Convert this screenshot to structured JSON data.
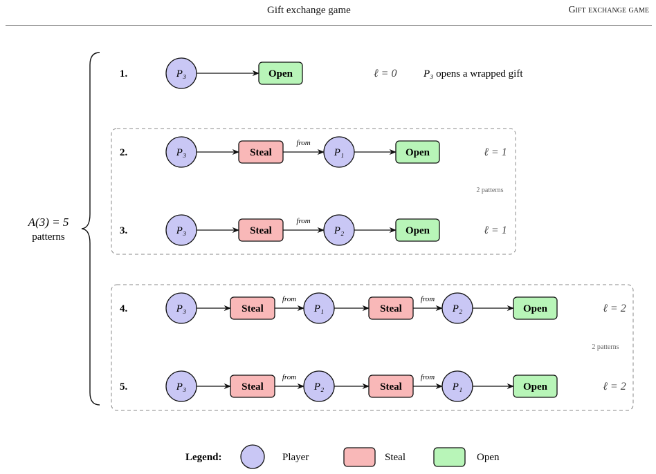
{
  "header": {
    "title": "Gift exchange game",
    "running_head": "Gift exchange game"
  },
  "total_label": {
    "main": "A(3) = 5",
    "sub": "patterns"
  },
  "labels": {
    "steal": "Steal",
    "open": "Open",
    "from": "from",
    "group_count": "2 patterns"
  },
  "rows": [
    {
      "num": "1.",
      "chain": [
        "P3"
      ],
      "ell": "ℓ = 0",
      "note_player": "P3",
      "note_rest": " opens a wrapped gift"
    },
    {
      "num": "2.",
      "chain": [
        "P3",
        "P1"
      ],
      "ell": "ℓ = 1"
    },
    {
      "num": "3.",
      "chain": [
        "P3",
        "P2"
      ],
      "ell": "ℓ = 1"
    },
    {
      "num": "4.",
      "chain": [
        "P3",
        "P1",
        "P2"
      ],
      "ell": "ℓ = 2"
    },
    {
      "num": "5.",
      "chain": [
        "P3",
        "P2",
        "P1"
      ],
      "ell": "ℓ = 2"
    }
  ],
  "legend": {
    "title": "Legend:",
    "player": "Player",
    "steal": "Steal",
    "open": "Open"
  }
}
